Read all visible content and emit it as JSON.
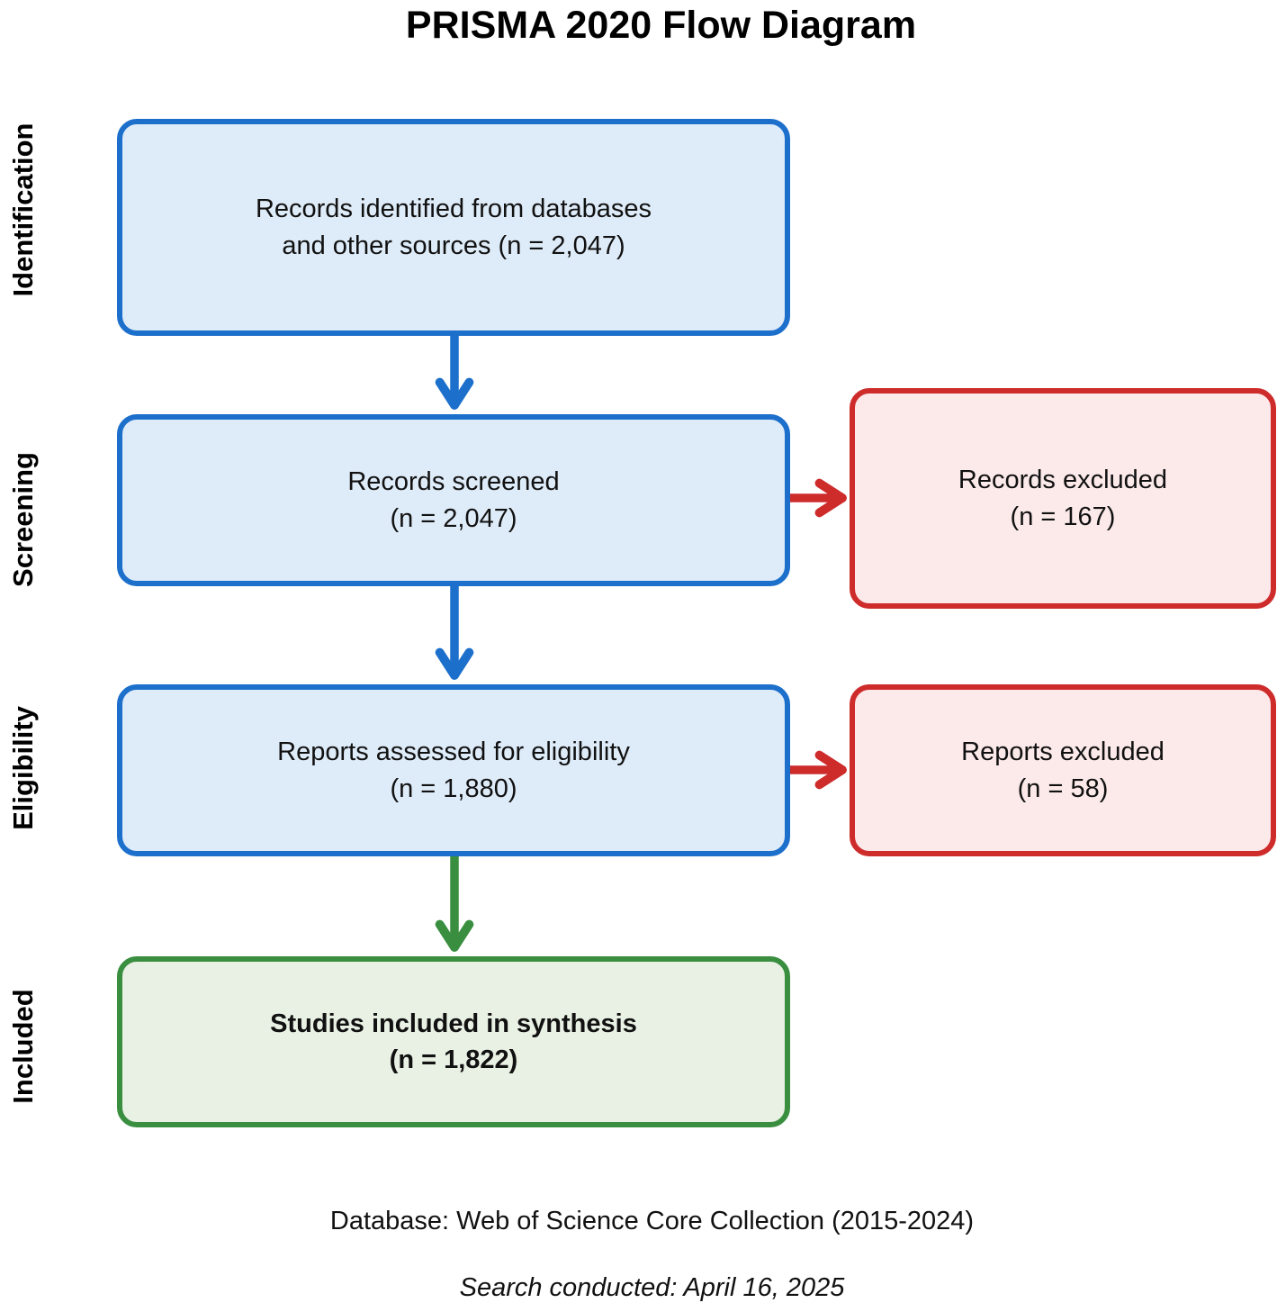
{
  "title": "PRISMA 2020 Flow Diagram",
  "side_labels": {
    "identification": "Identification",
    "screening": "Screening",
    "eligibility": "Eligibility",
    "included": "Included"
  },
  "boxes": {
    "identified": {
      "line1": "Records identified from databases",
      "line2": "and other sources (n = 2,047)"
    },
    "screened": {
      "line1": "Records screened",
      "line2": "(n = 2,047)"
    },
    "assessed": {
      "line1": "Reports assessed for eligibility",
      "line2": "(n = 1,880)"
    },
    "included": {
      "line1": "Studies included in synthesis",
      "line2": "(n = 1,822)"
    },
    "records_excluded": {
      "line1": "Records excluded",
      "line2": "(n = 167)"
    },
    "reports_excluded": {
      "line1": "Reports excluded",
      "line2": "(n = 58)"
    }
  },
  "footer": {
    "database": "Database: Web of Science Core Collection (2015-2024)",
    "search_date": "Search conducted: April 16, 2025"
  },
  "colors": {
    "blue_border": "#1C6FCB",
    "blue_fill": "#DEEBF8",
    "red_border": "#CE2B2B",
    "red_fill": "#FCE9EA",
    "green_border": "#3A8E3F",
    "green_fill": "#E9F1E5",
    "text": "#111111"
  }
}
